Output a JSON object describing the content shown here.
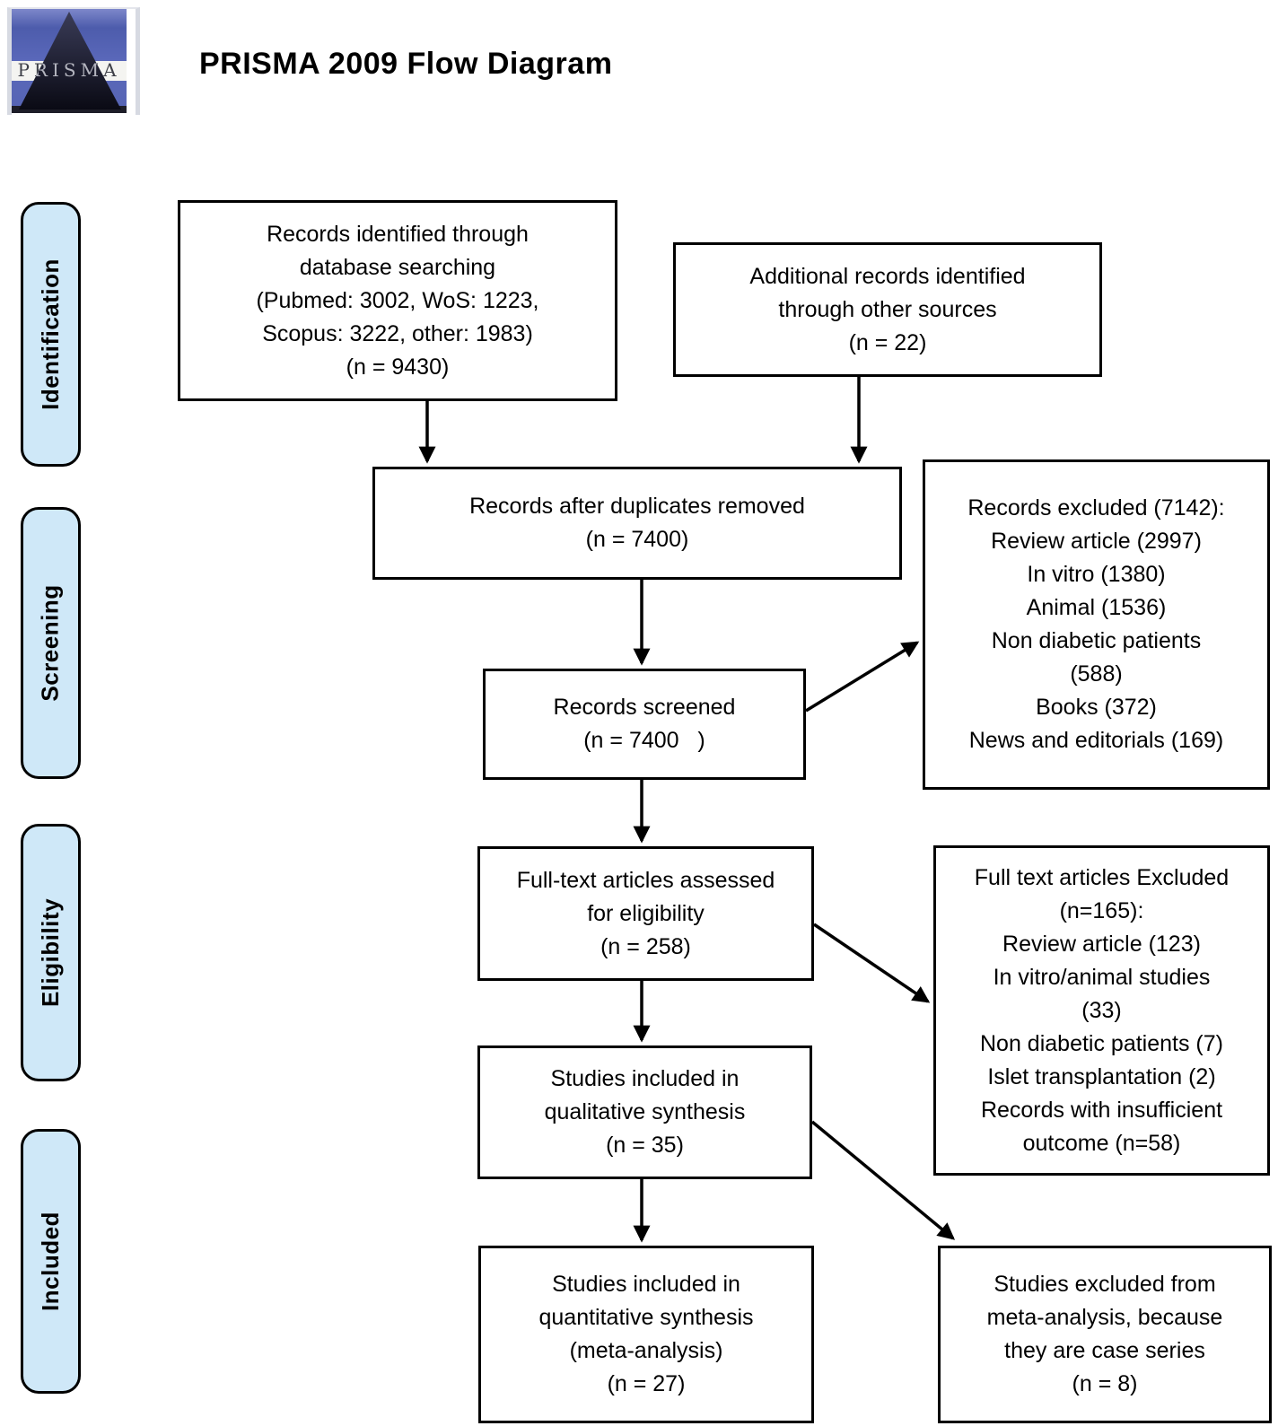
{
  "header": {
    "logo": {
      "text": "PRISMA"
    },
    "title": "PRISMA 2009 Flow Diagram"
  },
  "stages": [
    {
      "label": "Identification"
    },
    {
      "label": "Screening"
    },
    {
      "label": "Eligibility"
    },
    {
      "label": "Included"
    }
  ],
  "boxes": {
    "records_identified": "Records identified through\ndatabase searching\n(Pubmed: 3002, WoS: 1223,\nScopus: 3222, other: 1983)\n(n = 9430)",
    "additional_records": "Additional records identified\nthrough other sources\n(n = 22)",
    "after_duplicates": "Records after duplicates removed\n(n = 7400)",
    "records_screened": "Records screened\n(n = 7400   )",
    "fulltext_assessed": "Full-text articles assessed\nfor eligibility\n(n = 258)",
    "qualitative_included": "Studies included in\nqualitative synthesis\n(n = 35)",
    "quantitative_included": "Studies included in\nquantitative synthesis\n(meta-analysis)\n(n = 27)",
    "records_excluded": "Records excluded (7142):\nReview article (2997)\nIn vitro (1380)\nAnimal (1536)\nNon diabetic patients\n(588)\nBooks (372)\nNews and editorials (169)",
    "fulltext_excluded": "Full text articles Excluded\n(n=165):\nReview article (123)\nIn vitro/animal studies\n(33)\nNon diabetic patients (7)\nIslet transplantation (2)\nRecords with insufficient\noutcome (n=58)",
    "meta_excluded": "Studies excluded from\nmeta-analysis, because\nthey are case series\n(n = 8)"
  },
  "colors": {
    "stage_fill": "#cfe8f8",
    "box_border": "#000000",
    "logo_blue": "#5a68ba",
    "logo_pyramid_dark": "#10101c",
    "logo_stripe": "#f4f4f1"
  }
}
